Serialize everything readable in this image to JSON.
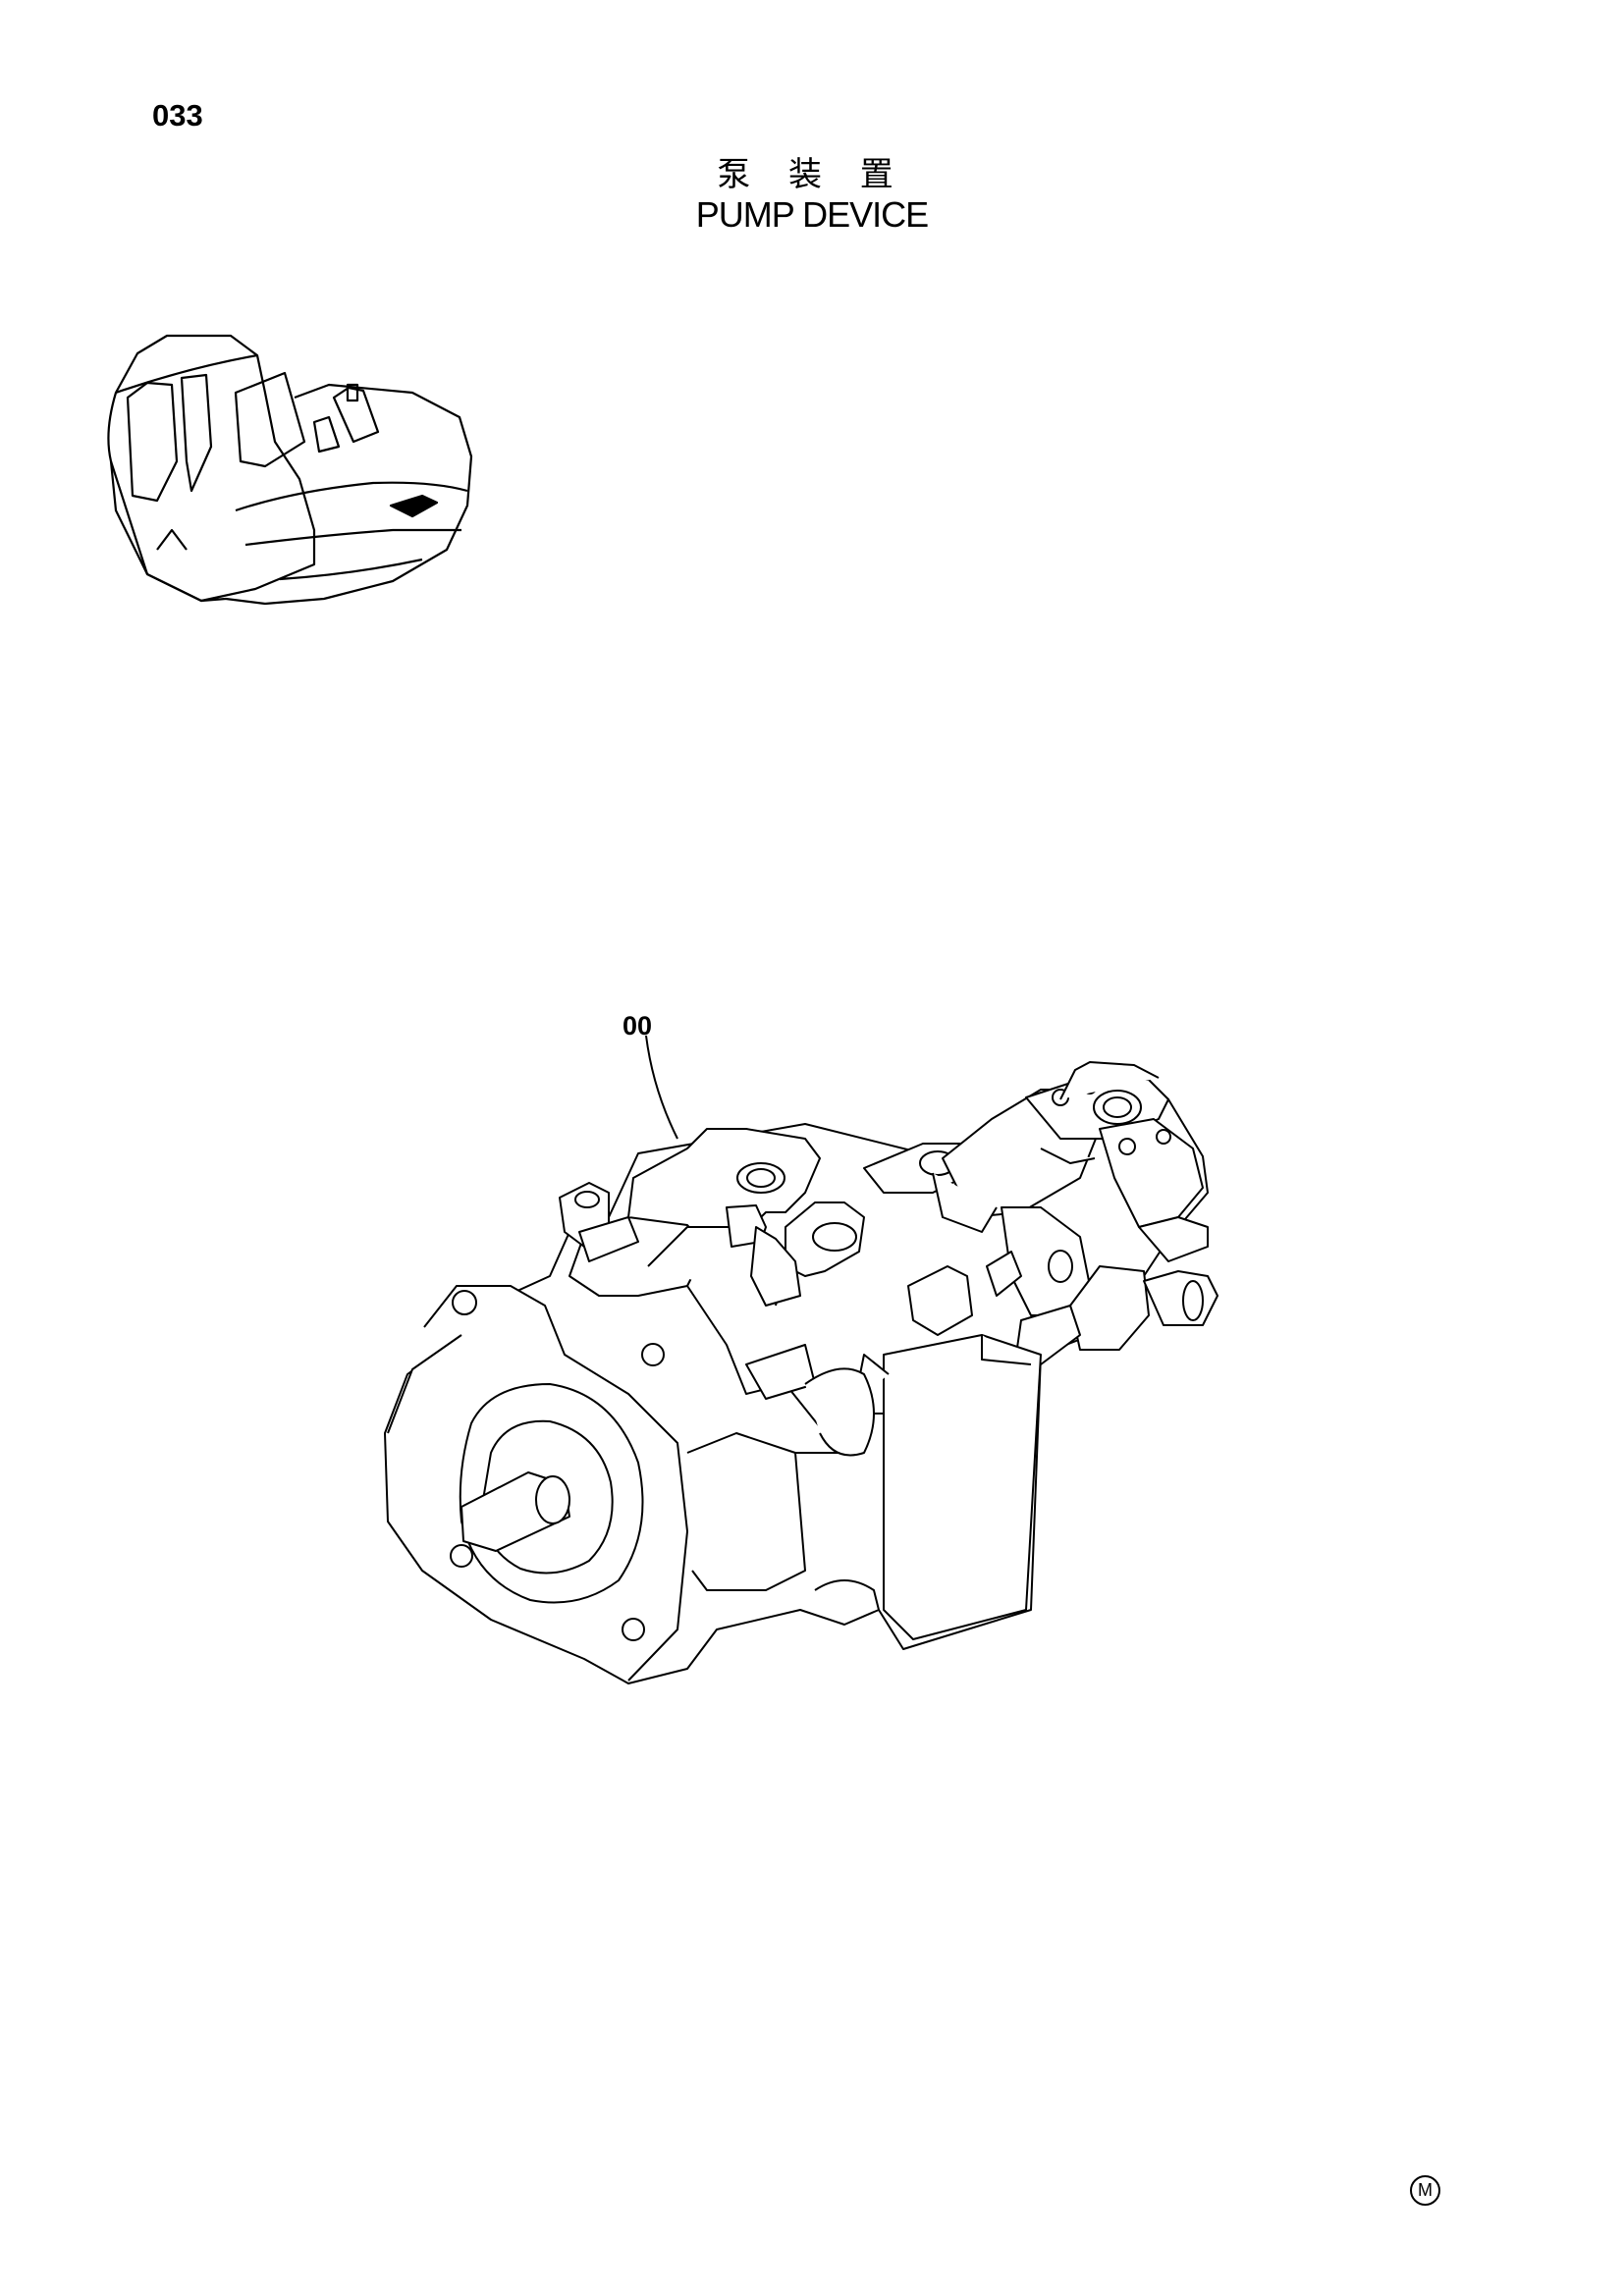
{
  "page": {
    "number": "033"
  },
  "title": {
    "chinese": "泵 装 置",
    "english": "PUMP DEVICE"
  },
  "callouts": [
    {
      "label": "00",
      "target": "pump-assembly"
    }
  ],
  "footer": {
    "mark": "M"
  },
  "icons": [
    "excavator-overview-icon",
    "pump-assembly-drawing",
    "leader-line",
    "m-circle-mark"
  ]
}
